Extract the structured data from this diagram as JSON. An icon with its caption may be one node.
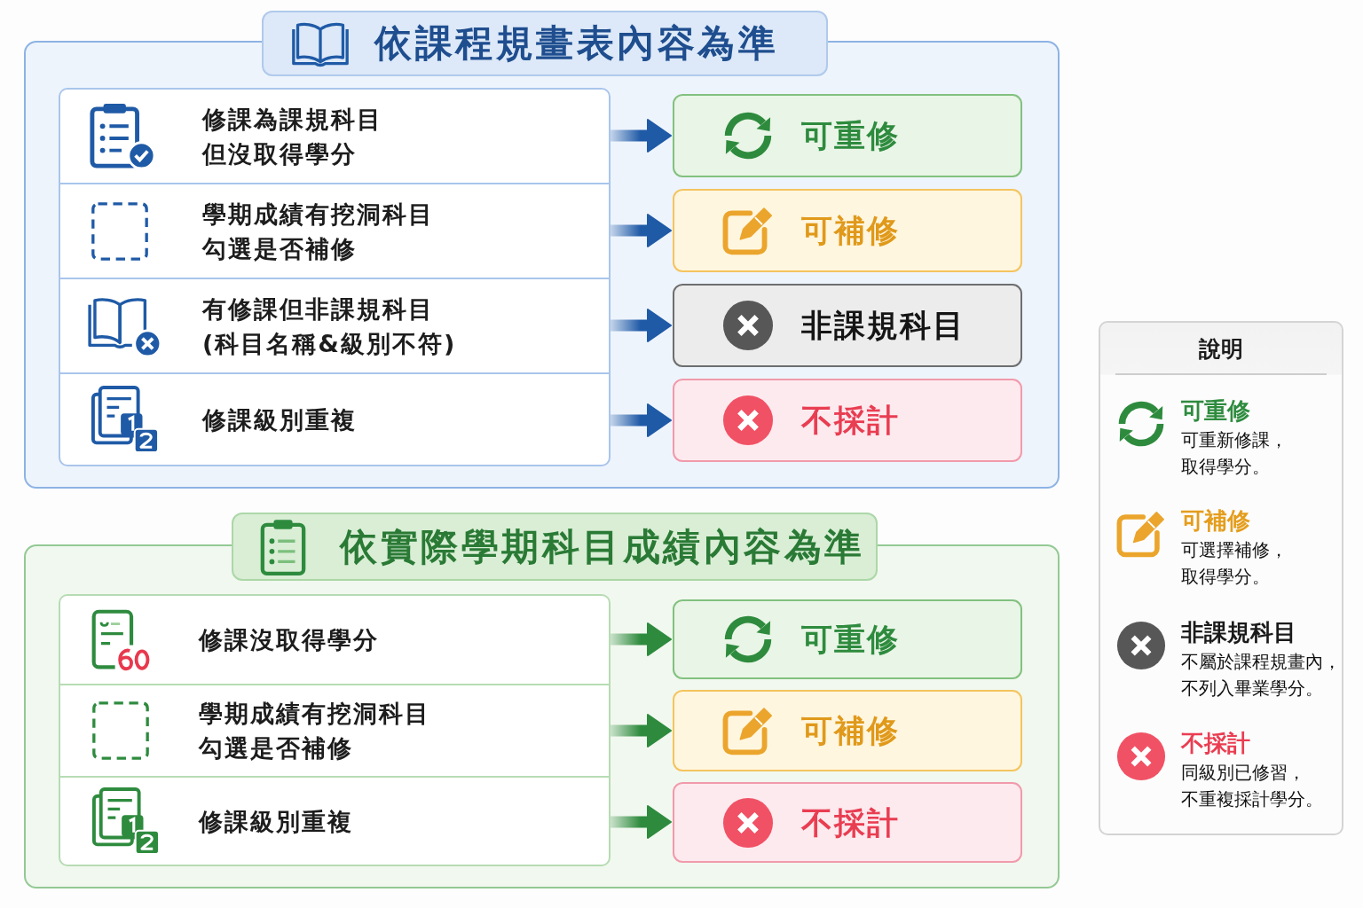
{
  "diagram": {
    "nodes": [
      {
        "text": [
          "依課程規畫表內容為準"
        ]
      },
      {
        "text": [
          "修課為課規科目但沒取得學分"
        ],
        "in": 0
      },
      {
        "text": [
          "學期成績有挖洞科目勾選是否補修"
        ],
        "in": 0
      },
      {
        "text": [
          "有修課但非課規科目(科目名稱&級別不符)"
        ],
        "in": 0
      },
      {
        "text": [
          "修課級別重複"
        ],
        "in": 0
      },
      {
        "text": [
          "可重修"
        ],
        "in": 0
      },
      {
        "text": [
          "可補修"
        ],
        "in": 0
      },
      {
        "text": [
          "非課規科目"
        ],
        "in": 0
      },
      {
        "text": [
          "不採計"
        ],
        "in": 0
      },
      {
        "text": [
          "依實際學期科目成績內容為準"
        ]
      },
      {
        "text": [
          "修課沒取得學分"
        ],
        "in": 9
      },
      {
        "text": [
          "學期成績有挖洞科目勾選是否補修"
        ],
        "in": 9
      },
      {
        "text": [
          "修課級別重複"
        ],
        "in": 9
      },
      {
        "text": [
          "可重修"
        ],
        "in": 9
      },
      {
        "text": [
          "可補修"
        ],
        "in": 9
      },
      {
        "text": [
          "不採計"
        ],
        "in": 9
      }
    ],
    "edges": [
      {
        "from": 1,
        "to": 5,
        "arrow": "to"
      },
      {
        "from": 2,
        "to": 6,
        "arrow": "to"
      },
      {
        "from": 3,
        "to": 7,
        "arrow": "to"
      },
      {
        "from": 4,
        "to": 8,
        "arrow": "to"
      },
      {
        "from": 10,
        "to": 13,
        "arrow": "to",
        "color": "#2e8b3e"
      },
      {
        "from": 11,
        "to": 14,
        "arrow": "to",
        "color": "#2e8b3e"
      },
      {
        "from": 12,
        "to": 15,
        "arrow": "to",
        "color": "#2e8b3e"
      }
    ],
    "labels": [
      "說明",
      "可重新修課，取得學分。",
      "可選擇補修，取得學分。",
      "不屬於課程規畫內，不列入畢業學分。",
      "同級別已修習，不重複採計學分。"
    ],
    "legend": [
      {
        "text": "可重修"
      },
      {
        "text": "可補修"
      },
      {
        "text": "非課規科目"
      },
      {
        "text": "不採計"
      }
    ]
  }
}
